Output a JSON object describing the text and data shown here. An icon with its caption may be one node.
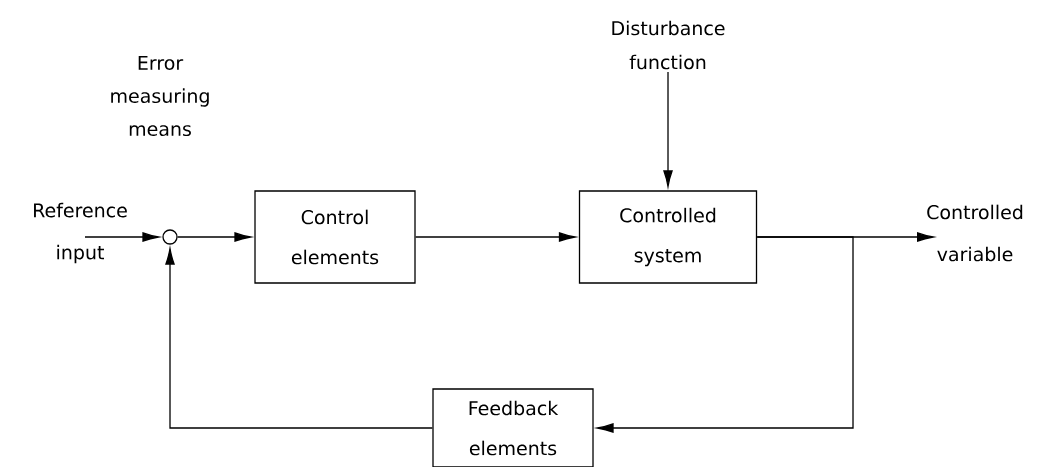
{
  "diagram": {
    "nodes": [
      {
        "text": [
          "Reference input"
        ]
      },
      {
        "text": [],
        "shape": "circle"
      },
      {
        "text": [
          "Control elements"
        ]
      },
      {
        "text": [
          "Disturbance function"
        ]
      },
      {
        "text": [
          "Controlled system"
        ]
      },
      {
        "text": [
          "Controlled variable"
        ]
      },
      {
        "text": [
          "Feedback elements"
        ]
      }
    ],
    "edges": [
      {
        "from": 0,
        "to": 1,
        "arrow": "to"
      },
      {
        "from": 1,
        "to": 2,
        "arrow": "to"
      },
      {
        "from": 2,
        "to": 4,
        "arrow": "to"
      },
      {
        "from": 3,
        "to": 4,
        "arrow": "to"
      },
      {
        "from": 4,
        "to": 5,
        "arrow": "to"
      },
      {
        "from": 4,
        "to": 6,
        "arrow": "to"
      },
      {
        "from": 6,
        "to": 1,
        "arrow": "to"
      }
    ],
    "labels": [
      "Error measuring means"
    ]
  }
}
